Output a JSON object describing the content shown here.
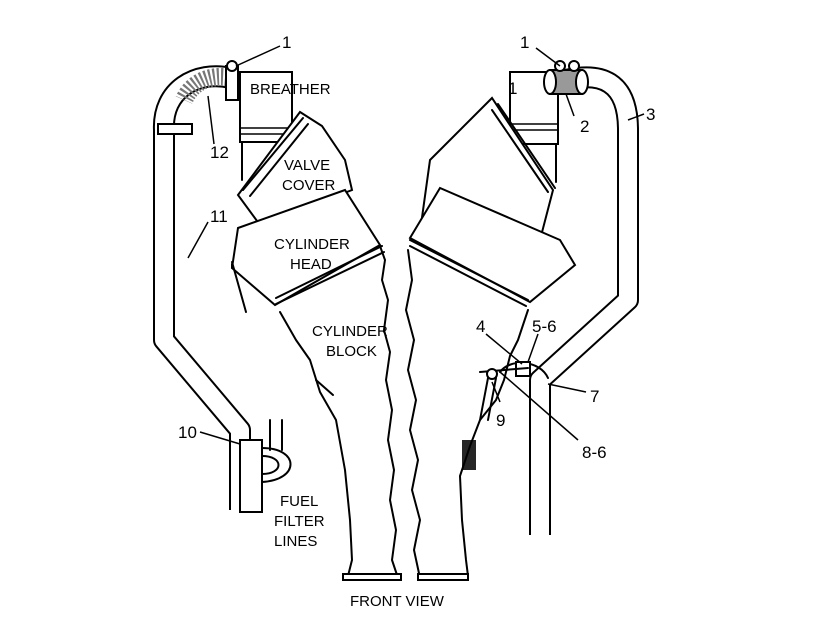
{
  "diagram": {
    "caption": "FRONT VIEW",
    "part_labels": {
      "breather": "BREATHER",
      "valve_cover_1": "VALVE",
      "valve_cover_2": "COVER",
      "cylinder_head_1": "CYLINDER",
      "cylinder_head_2": "HEAD",
      "cylinder_block_1": "CYLINDER",
      "cylinder_block_2": "BLOCK",
      "fuel_filter_1": "FUEL",
      "fuel_filter_2": "FILTER",
      "fuel_filter_3": "LINES"
    },
    "callouts": {
      "left_clamp": "1",
      "left_hose": "12",
      "left_tube": "11",
      "left_bracket": "10",
      "right_clamp": "1",
      "right_breather": "1",
      "right_hose": "2",
      "right_tube": "3",
      "bolt": "4",
      "nut_washer": "5-6",
      "clip": "7",
      "screw_washer": "8-6",
      "bracket": "9"
    }
  }
}
